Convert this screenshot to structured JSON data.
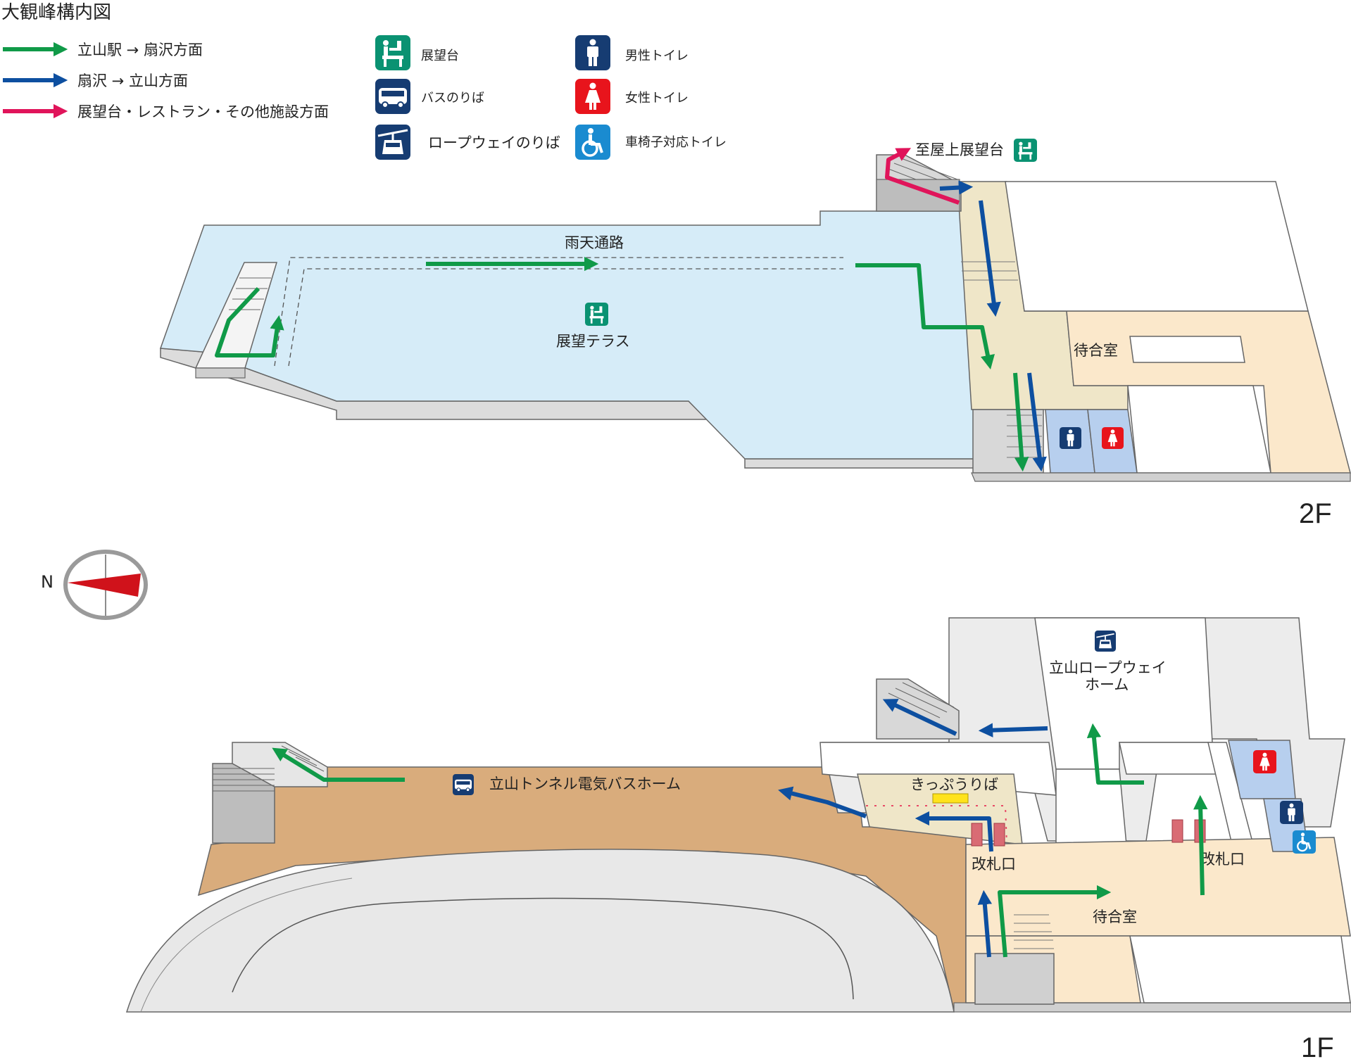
{
  "title": "大観峰構内図",
  "legend": {
    "routes": [
      {
        "label": "立山駅 → 扇沢方面",
        "color": "#109a48"
      },
      {
        "label": "扇沢 → 立山方面",
        "color": "#0d4fa0"
      },
      {
        "label": "展望台・レストラン・その他施設方面",
        "color": "#e0145a"
      }
    ],
    "facilities": [
      {
        "label": "展望台",
        "icon": "observation-deck-icon"
      },
      {
        "label": "バスのりば",
        "icon": "bus-icon"
      },
      {
        "label": "ロープウェイのりば",
        "icon": "ropeway-icon"
      },
      {
        "label": "男性トイレ",
        "icon": "male-toilet-icon"
      },
      {
        "label": "女性トイレ",
        "icon": "female-toilet-icon"
      },
      {
        "label": "車椅子対応トイレ",
        "icon": "wheelchair-toilet-icon"
      }
    ]
  },
  "floor2": {
    "label": "2F",
    "corridor": "雨天通路",
    "terrace": "展望テラス",
    "rooftop": "至屋上展望台",
    "waiting_room": "待合室"
  },
  "floor1": {
    "label": "1F",
    "bus_platform": "立山トンネル電気バスホーム",
    "ropeway_platform_line1": "立山ロープウェイ",
    "ropeway_platform_line2": "ホーム",
    "ticket_office": "きっぷうりば",
    "gate_left": "改札口",
    "gate_right": "改札口",
    "waiting_room": "待合室"
  },
  "compass": {
    "label": "N"
  },
  "colors": {
    "green": "#109a48",
    "blue": "#0d4fa0",
    "pink": "#e0145a",
    "terrace": "#d6ecf8",
    "waiting": "#fbe8cb",
    "corridor": "#efe6c8",
    "bus_floor": "#d9ac7c",
    "toilet": "#b7cfee",
    "gray_floor": "#ececec",
    "teal_icon": "#0a9272",
    "navy_icon": "#163c72",
    "red_icon": "#e8141c",
    "wheel_icon": "#1a8bd0"
  }
}
